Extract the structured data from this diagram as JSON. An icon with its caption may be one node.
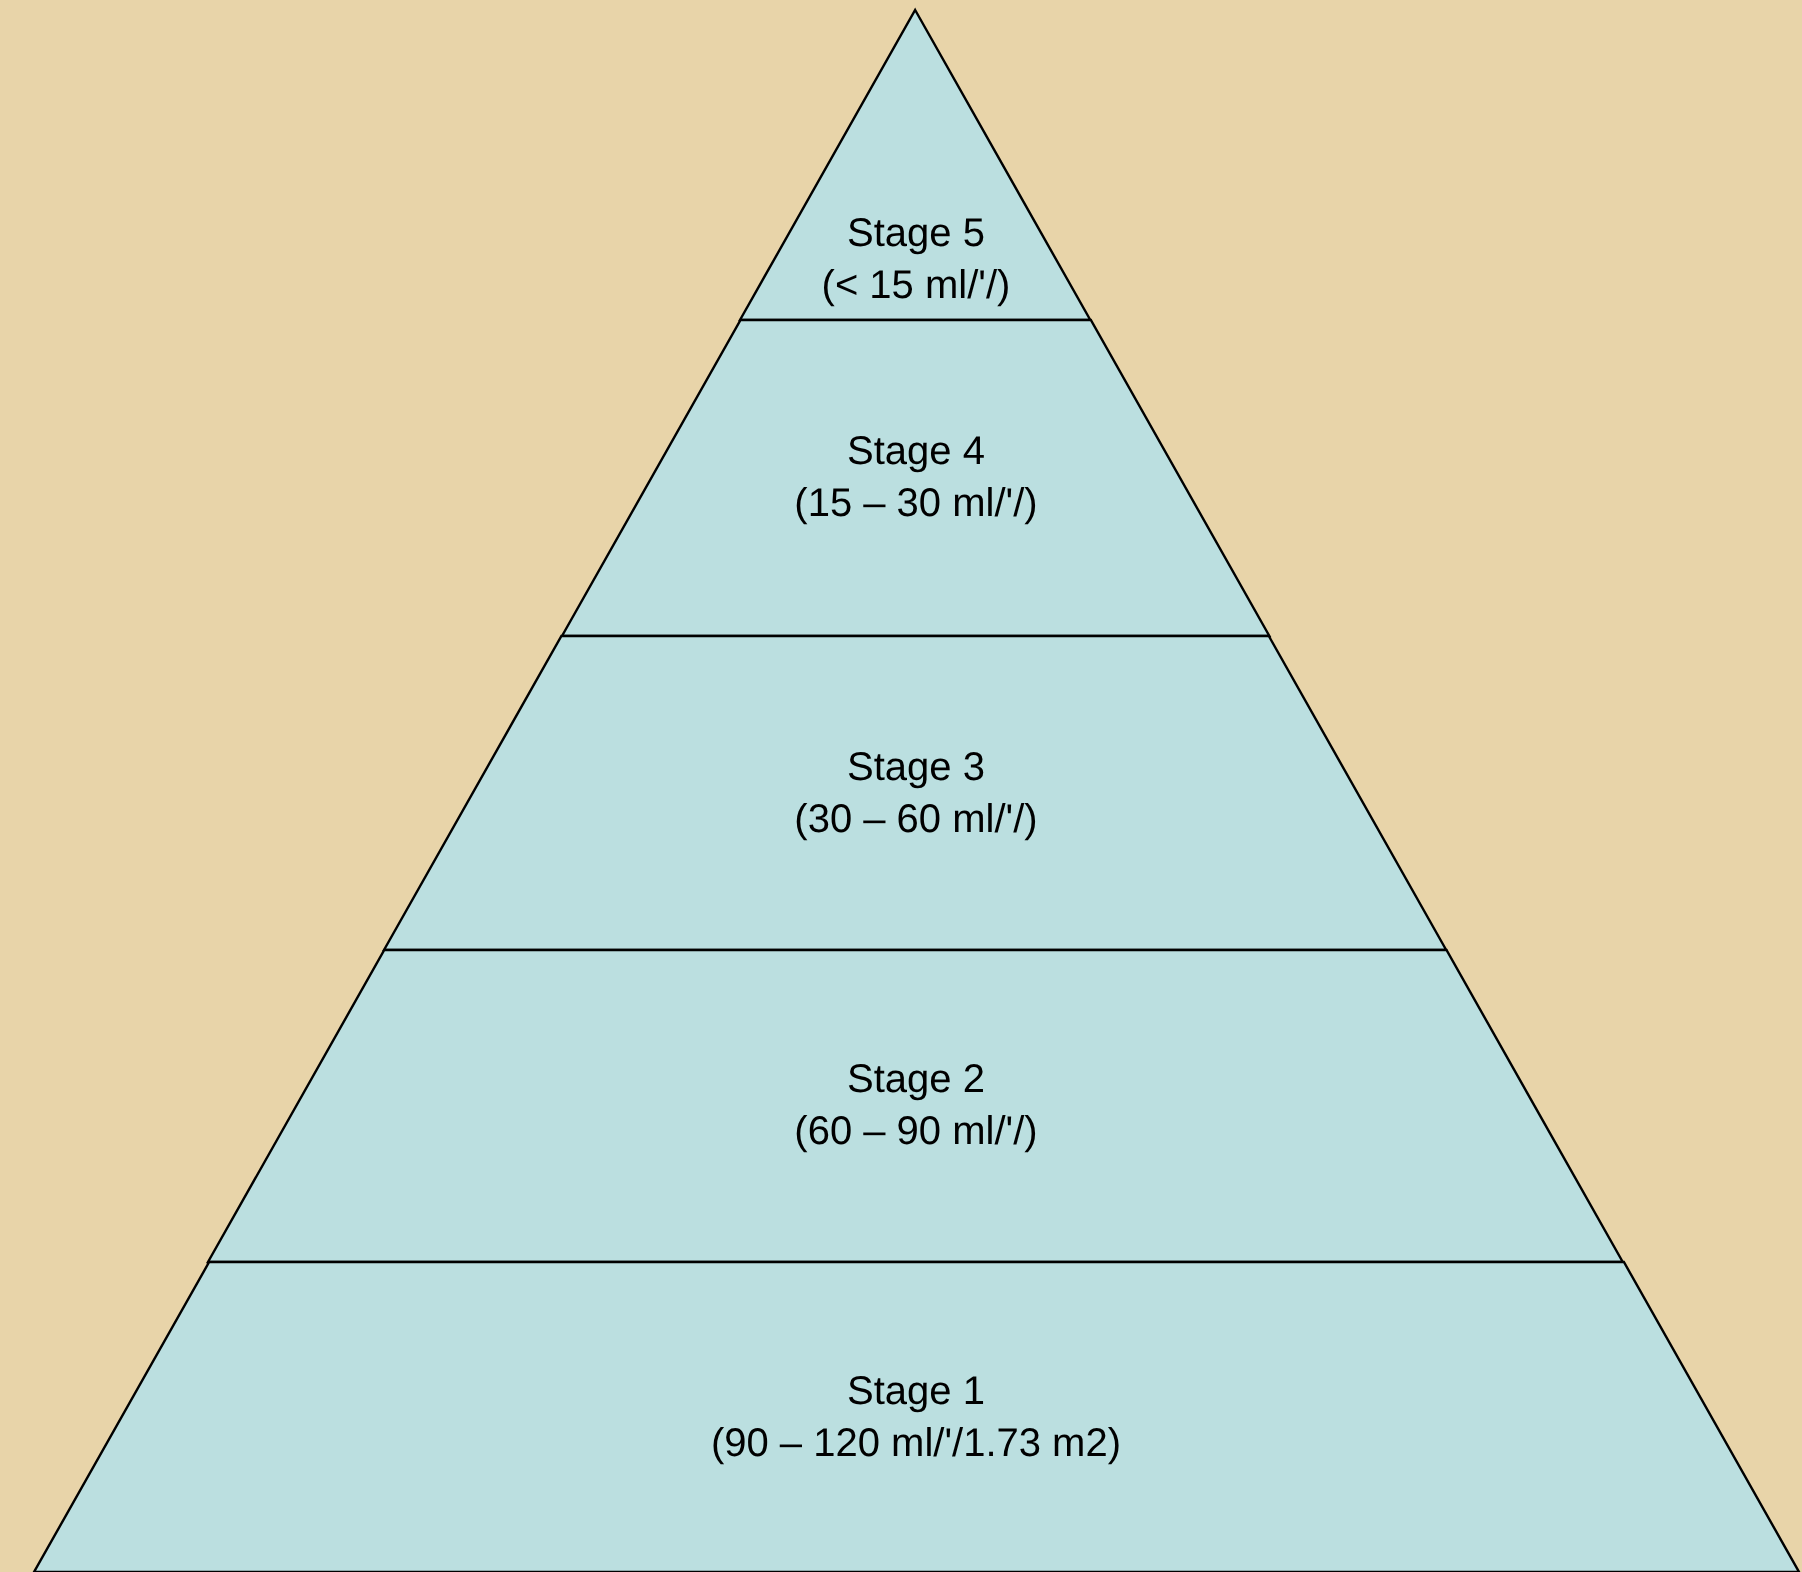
{
  "diagram": {
    "nodes": [
      {
        "text": [
          "Stage 5",
          "(< 15 ml/'/)"
        ]
      },
      {
        "text": [
          "Stage 4",
          "(15 – 30 ml/'/)"
        ]
      },
      {
        "text": [
          "Stage 3",
          "(30 – 60 ml/'/)"
        ]
      },
      {
        "text": [
          "Stage 2",
          "(60 – 90 ml/'/)"
        ]
      },
      {
        "text": [
          "Stage 1",
          "(90 – 120 ml/'/1.73 m2)"
        ]
      }
    ]
  }
}
